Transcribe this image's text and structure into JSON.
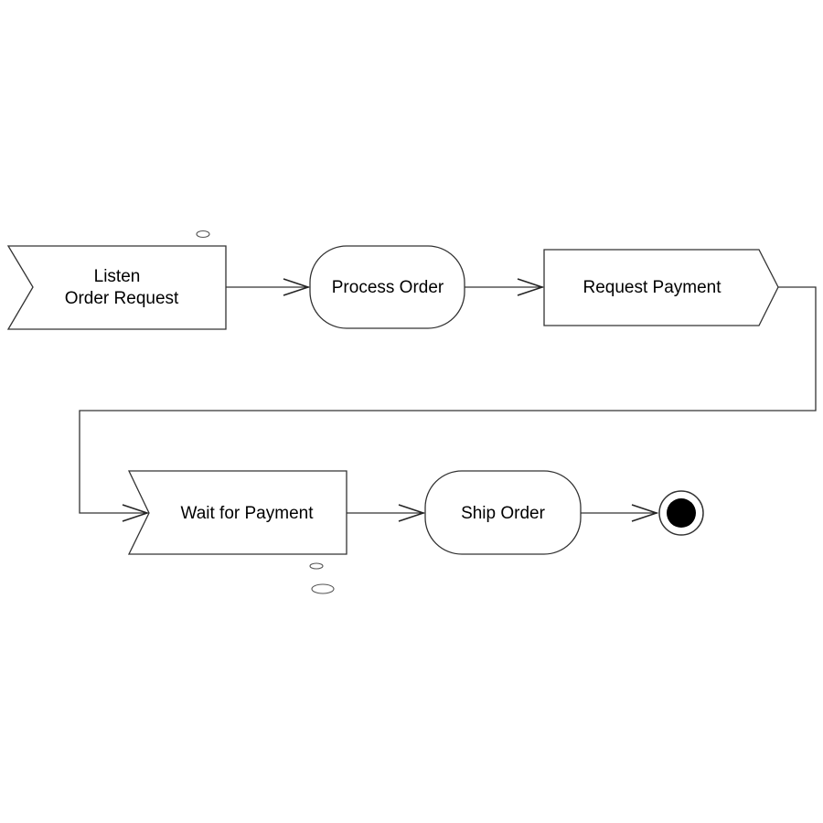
{
  "diagram": {
    "type": "activity-diagram",
    "nodes": {
      "listen_order_request": {
        "kind": "accept-event",
        "label_line1": "Listen",
        "label_line2": "Order Request"
      },
      "process_order": {
        "kind": "action",
        "label": "Process Order"
      },
      "request_payment": {
        "kind": "send-signal",
        "label": "Request Payment"
      },
      "wait_for_payment": {
        "kind": "accept-event",
        "label": "Wait for Payment"
      },
      "ship_order": {
        "kind": "action",
        "label": "Ship Order"
      },
      "final": {
        "kind": "activity-final"
      }
    },
    "edges": [
      {
        "from": "listen_order_request",
        "to": "process_order"
      },
      {
        "from": "process_order",
        "to": "request_payment"
      },
      {
        "from": "request_payment",
        "to": "wait_for_payment"
      },
      {
        "from": "wait_for_payment",
        "to": "ship_order"
      },
      {
        "from": "ship_order",
        "to": "final"
      }
    ]
  }
}
